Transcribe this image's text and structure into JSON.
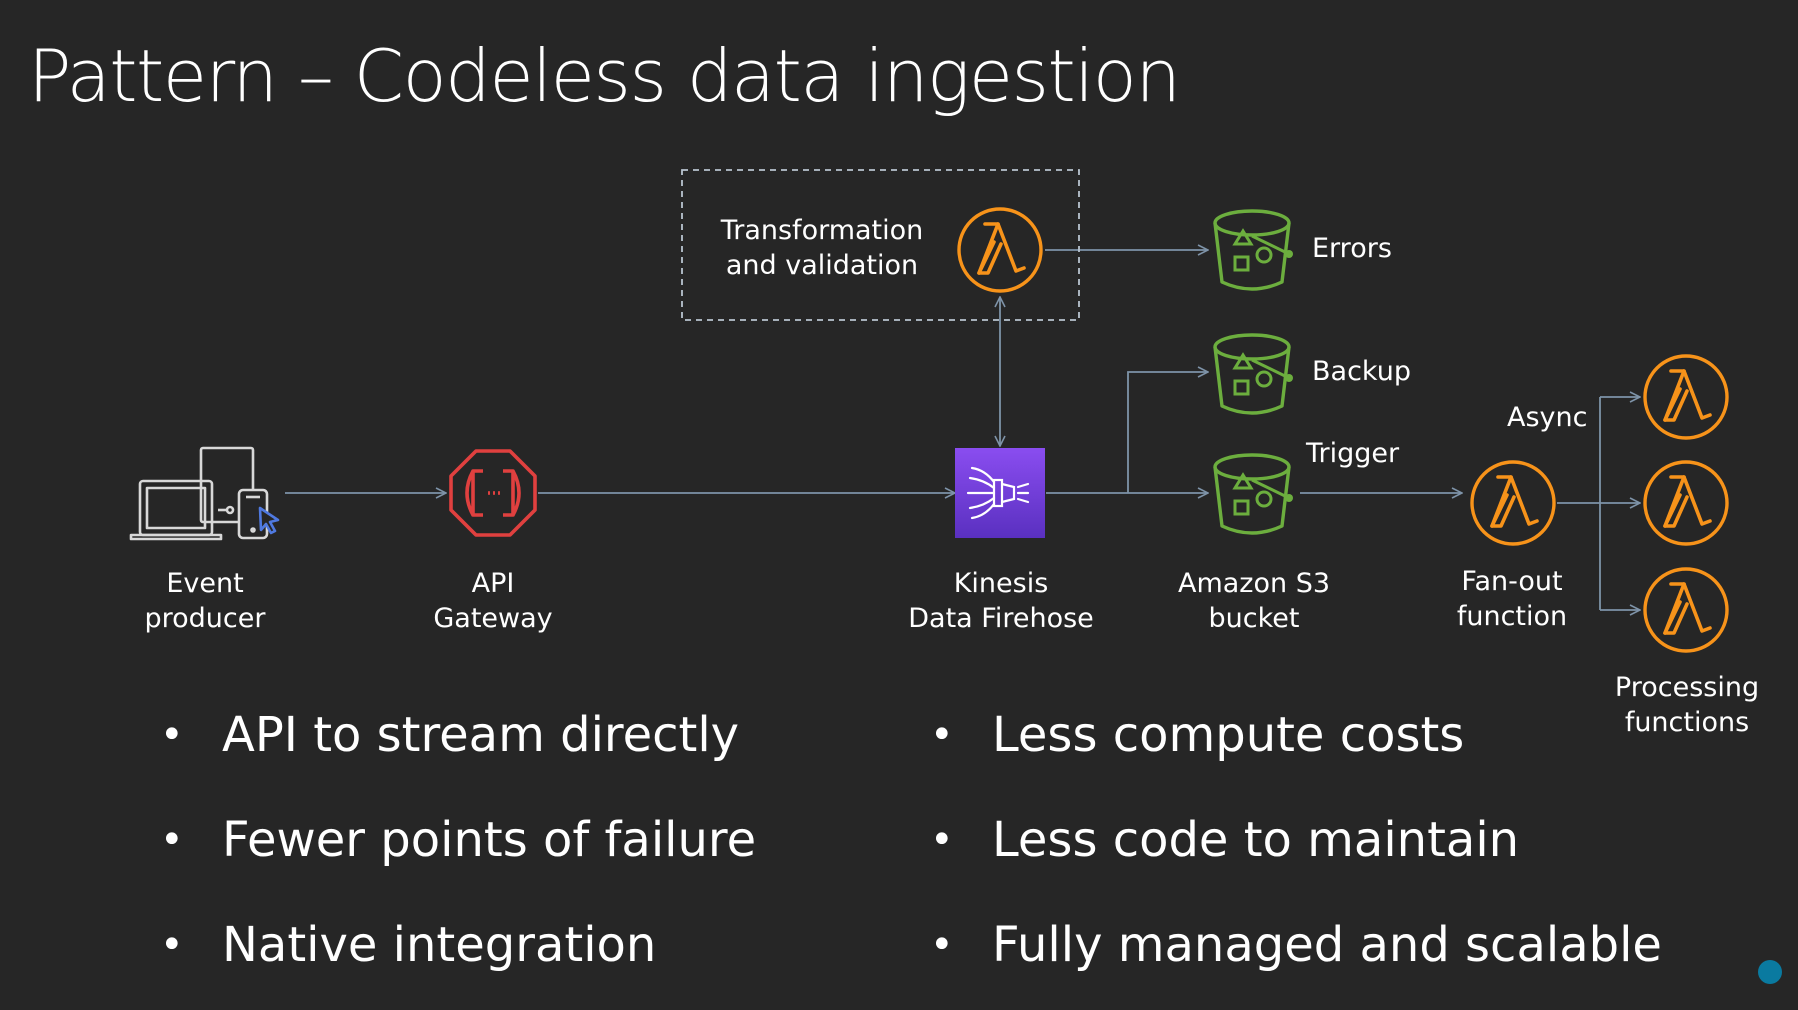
{
  "title": "Pattern – Codeless data ingestion",
  "colors": {
    "background": "#262626",
    "arrow": "#7e93a8",
    "lambda": "#f7931a",
    "s3": "#6cae3e",
    "firehose_top": "#8a4df0",
    "firehose_bottom": "#5a30c0",
    "api_gateway": "#e0403f",
    "pointer": "#4f79e0"
  },
  "nodes": {
    "event_producer": {
      "label_line1": "Event",
      "label_line2": "producer",
      "icon": "client-devices-icon"
    },
    "api_gateway": {
      "label_line1": "API",
      "label_line2": "Gateway",
      "icon": "api-gateway-icon"
    },
    "transformation": {
      "label_line1": "Transformation",
      "label_line2": "and validation",
      "icon": "lambda-icon"
    },
    "firehose": {
      "label_line1": "Kinesis",
      "label_line2": "Data Firehose",
      "icon": "kinesis-firehose-icon"
    },
    "errors_bucket": {
      "label": "Errors",
      "icon": "s3-bucket-icon"
    },
    "backup_bucket": {
      "label": "Backup",
      "icon": "s3-bucket-icon"
    },
    "s3_bucket": {
      "label_line1": "Amazon S3",
      "label_line2": "bucket",
      "icon": "s3-bucket-icon"
    },
    "fanout": {
      "label_line1": "Fan-out",
      "label_line2": "function",
      "icon": "lambda-icon"
    },
    "processing": {
      "label_line1": "Processing",
      "label_line2": "functions",
      "icon": "lambda-icon"
    }
  },
  "edge_labels": {
    "trigger": "Trigger",
    "async": "Async"
  },
  "bullets_left": [
    "API to stream directly",
    "Fewer points of failure",
    "Native integration"
  ],
  "bullets_right": [
    "Less compute costs",
    "Less code to maintain",
    "Fully managed and scalable"
  ],
  "bullet_symbol": "•"
}
